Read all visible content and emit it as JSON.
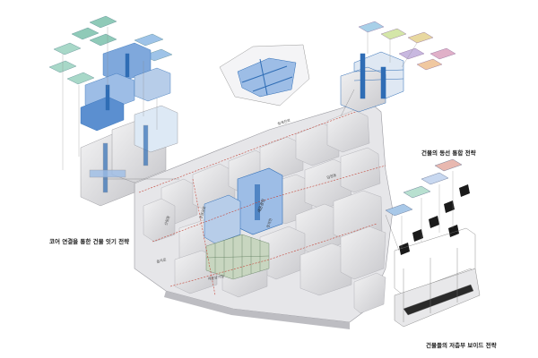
{
  "captions": {
    "left": "코어 연결을 통한 건물 잇기 전략",
    "top_right": "건물의 동선 통합 전략",
    "bottom_right": "건물들의 저층부 보이드 전략"
  },
  "map_labels": {
    "plaza": "세운광장",
    "street_a": "청계천로",
    "street_b": "을지로",
    "street_c": "세운상가길",
    "street_d": "산림동",
    "street_e": "창경궁로",
    "street_f": "입정동",
    "street_g": "청계천"
  },
  "colors": {
    "accent_blue": "#2f6db5",
    "light_blue": "#8fb6e3",
    "teal": "#5fb8a8",
    "building_grey": "#d9d9dc",
    "building_dark": "#b9b9be",
    "green": "#7ab070",
    "line": "#6a6a6a"
  }
}
